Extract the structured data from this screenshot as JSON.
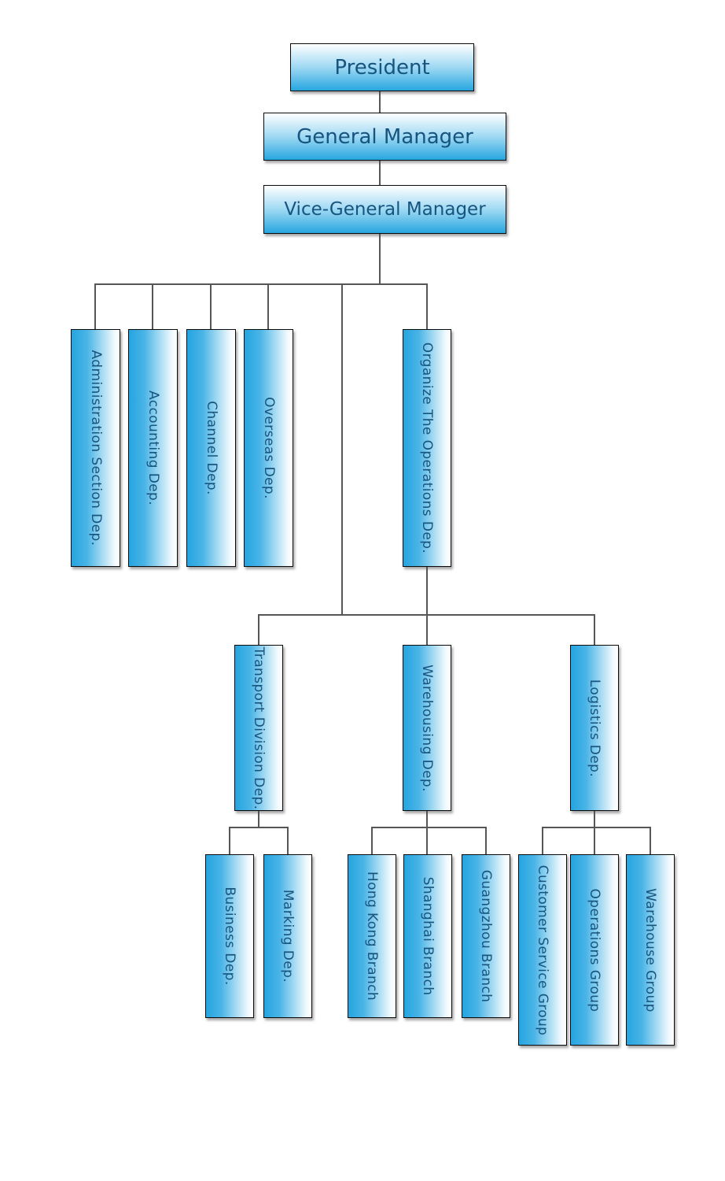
{
  "diagram": {
    "type": "org-chart",
    "background": "#ffffff",
    "colors": {
      "node_fill_strong": "#27a6e0",
      "node_fill_light": "#ffffff",
      "node_border": "#0a0a0a",
      "label_text": "#17547f",
      "connector": "#565656"
    },
    "nodes": {
      "president": {
        "label": "President",
        "level": 1,
        "children": [
          "general_manager"
        ]
      },
      "general_manager": {
        "label": "General Manager",
        "level": 2,
        "children": [
          "vice_general_manager"
        ]
      },
      "vice_general_manager": {
        "label": "Vice-General Manager",
        "level": 3,
        "children": [
          "administration",
          "accounting",
          "channel",
          "overseas",
          "organize_operations",
          "transport_division",
          "warehousing",
          "logistics"
        ]
      },
      "administration": {
        "label": "Administration Section Dep.",
        "level": 4,
        "children": []
      },
      "accounting": {
        "label": "Accounting Dep.",
        "level": 4,
        "children": []
      },
      "channel": {
        "label": "Channel Dep.",
        "level": 4,
        "children": []
      },
      "overseas": {
        "label": "Overseas Dep.",
        "level": 4,
        "children": []
      },
      "organize_operations": {
        "label": "Organize The Operations Dep.",
        "level": 4,
        "children": [
          "transport_division",
          "warehousing",
          "logistics"
        ]
      },
      "transport_division": {
        "label": "Transport Division Dep.",
        "level": 5,
        "children": [
          "business",
          "marking"
        ]
      },
      "warehousing": {
        "label": "Warehousing Dep.",
        "level": 5,
        "children": [
          "hong_kong",
          "shanghai",
          "guangzhou"
        ]
      },
      "logistics": {
        "label": "Logistics Dep.",
        "level": 5,
        "children": [
          "customer_service",
          "operations",
          "warehouse"
        ]
      },
      "business": {
        "label": "Business Dep.",
        "level": 6,
        "children": []
      },
      "marking": {
        "label": "Marking Dep.",
        "level": 6,
        "children": []
      },
      "hong_kong": {
        "label": "Hong Kong Branch",
        "level": 6,
        "children": []
      },
      "shanghai": {
        "label": "Shanghai Branch",
        "level": 6,
        "children": []
      },
      "guangzhou": {
        "label": "Guangzhou Branch",
        "level": 6,
        "children": []
      },
      "customer_service": {
        "label": "Customer Service Group",
        "level": 6,
        "children": []
      },
      "operations": {
        "label": "Operations Group",
        "level": 6,
        "children": []
      },
      "warehouse": {
        "label": "Warehouse Group",
        "level": 6,
        "children": []
      }
    }
  }
}
